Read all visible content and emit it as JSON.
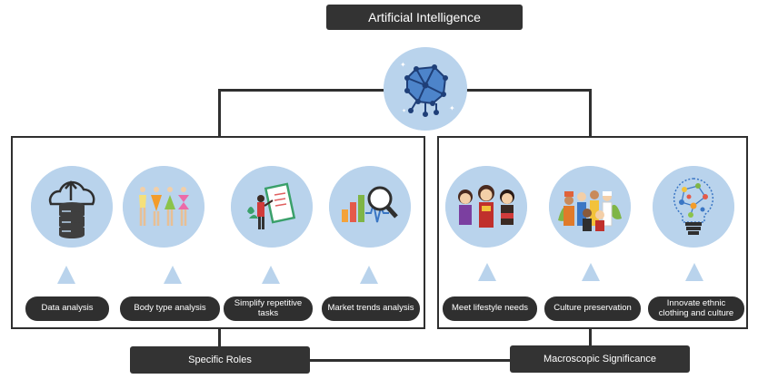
{
  "title": "Artificial Intelligence",
  "bottom": {
    "left_label": "Specific Roles",
    "right_label": "Macroscopic Significance"
  },
  "specific_roles": [
    {
      "label": "Data analysis",
      "icon": "database-cloud-icon"
    },
    {
      "label": "Body type analysis",
      "icon": "body-shapes-icon"
    },
    {
      "label": "Simplify repetitive tasks",
      "icon": "presentation-person-icon"
    },
    {
      "label": "Market trends analysis",
      "icon": "chart-magnifier-icon"
    }
  ],
  "macroscopic_significance": [
    {
      "label": "Meet lifestyle needs",
      "icon": "children-ethnic-clothing-icon"
    },
    {
      "label": "Culture preservation",
      "icon": "people-diversity-icon"
    },
    {
      "label": "Innovate ethnic clothing and culture",
      "icon": "lightbulb-network-icon"
    }
  ],
  "colors": {
    "dark": "#2f2f2f",
    "circle": "#b9d3ec",
    "accent_blue": "#3a76c4"
  }
}
